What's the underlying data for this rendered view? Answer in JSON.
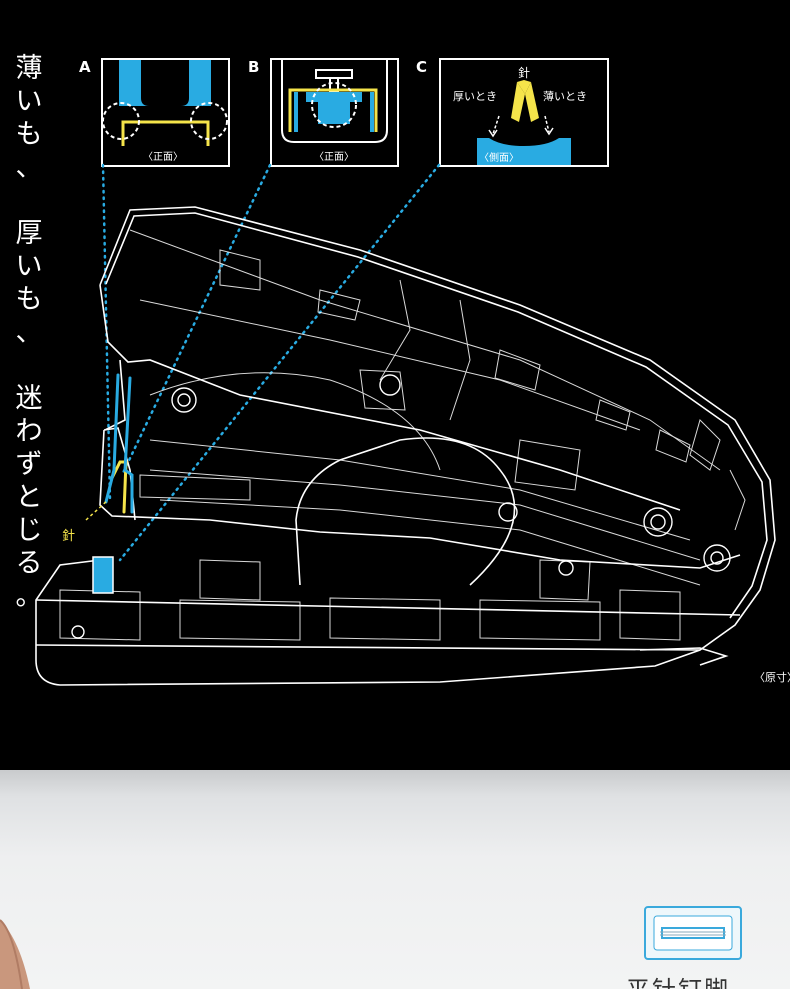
{
  "vertical_text": [
    "薄",
    "い",
    "も",
    "、",
    "",
    "厚",
    "い",
    "も",
    "、",
    "",
    "迷",
    "わ",
    "ず",
    "と",
    "じ",
    "る",
    "。"
  ],
  "panels": {
    "a": {
      "letter": "A",
      "caption": "〈正面〉"
    },
    "b": {
      "letter": "B",
      "caption": "〈正面〉"
    },
    "c": {
      "letter": "C",
      "caption": "〈側面〉",
      "needle_label": "針",
      "thick_label": "厚いとき",
      "thin_label": "薄いとき"
    }
  },
  "needle_callout": "針",
  "scale_note": "〈原寸〉",
  "bottom_caption": "平针钉脚",
  "colors": {
    "cyan": "#29abe2",
    "yellow": "#f5e44a",
    "black": "#000000",
    "white": "#ffffff"
  }
}
